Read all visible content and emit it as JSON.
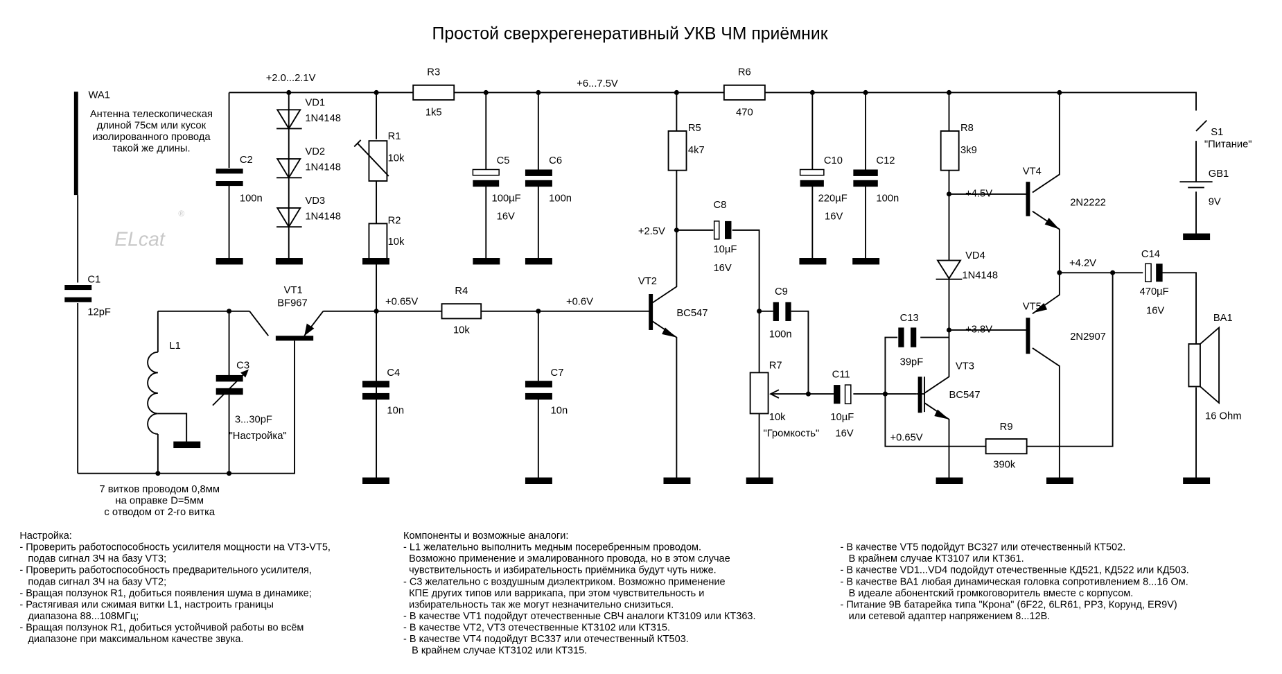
{
  "title": "Простой сверхрегенеративный УКВ ЧМ приёмник",
  "watermark": {
    "text": "ELcat",
    "mark": "®"
  },
  "voltages": {
    "v_vd": "+2.0...2.1V",
    "v_rail": "+6...7.5V",
    "v_vt2c": "+2.5V",
    "v_b1": "+0.65V",
    "v_b2": "+0.6V",
    "v_vt4b": "+4.5V",
    "v_vt5b": "+3.8V",
    "v_out": "+4.2V",
    "v_vt3b": "+0.65V"
  },
  "components": {
    "WA1": {
      "ref": "WA1",
      "note": [
        "Антенна телескопическая",
        "длиной 75см или кусок",
        "изолированного провода",
        "такой же длины."
      ]
    },
    "C1": {
      "ref": "C1",
      "value": "12pF"
    },
    "C2": {
      "ref": "C2",
      "value": "100n"
    },
    "VD1": {
      "ref": "VD1",
      "value": "1N4148"
    },
    "VD2": {
      "ref": "VD2",
      "value": "1N4148"
    },
    "VD3": {
      "ref": "VD3",
      "value": "1N4148"
    },
    "R1": {
      "ref": "R1",
      "value": "10k"
    },
    "R2": {
      "ref": "R2",
      "value": "10k"
    },
    "R3": {
      "ref": "R3",
      "value": "1k5"
    },
    "C5": {
      "ref": "C5",
      "value": "100µF",
      "voltage": "16V"
    },
    "C6": {
      "ref": "C6",
      "value": "100n"
    },
    "R5": {
      "ref": "R5",
      "value": "4k7"
    },
    "R6": {
      "ref": "R6",
      "value": "470"
    },
    "C10": {
      "ref": "C10",
      "value": "220µF",
      "voltage": "16V"
    },
    "C12": {
      "ref": "C12",
      "value": "100n"
    },
    "R8": {
      "ref": "R8",
      "value": "3k9"
    },
    "VT4": {
      "ref": "VT4",
      "value": "2N2222"
    },
    "S1": {
      "ref": "S1",
      "value": "\"Питание\""
    },
    "GB1": {
      "ref": "GB1",
      "value": "9V"
    },
    "C8": {
      "ref": "C8",
      "value": "10µF",
      "voltage": "16V"
    },
    "VD4": {
      "ref": "VD4",
      "value": "1N4148"
    },
    "C14": {
      "ref": "C14",
      "value": "470µF",
      "voltage": "16V"
    },
    "VT1": {
      "ref": "VT1",
      "value": "BF967"
    },
    "L1": {
      "ref": "L1",
      "note": [
        "7 витков проводом 0,8мм",
        "на оправке D=5мм",
        "с отводом от 2-го витка"
      ]
    },
    "C3": {
      "ref": "C3",
      "value": "3...30pF",
      "name": "\"Настройка\""
    },
    "R4": {
      "ref": "R4",
      "value": "10k"
    },
    "VT2": {
      "ref": "VT2",
      "value": "BC547"
    },
    "C9": {
      "ref": "C9",
      "value": "100n"
    },
    "C13": {
      "ref": "C13",
      "value": "39pF"
    },
    "VT5": {
      "ref": "VT5",
      "value": "2N2907"
    },
    "BA1": {
      "ref": "BA1",
      "value": "16 Ohm"
    },
    "C4": {
      "ref": "C4",
      "value": "10n"
    },
    "C7": {
      "ref": "C7",
      "value": "10n"
    },
    "R7": {
      "ref": "R7",
      "value": "10k",
      "name": "\"Громкость\""
    },
    "C11": {
      "ref": "C11",
      "value": "10µF",
      "voltage": "16V"
    },
    "VT3": {
      "ref": "VT3",
      "value": "BC547"
    },
    "R9": {
      "ref": "R9",
      "value": "390k"
    }
  },
  "notes": {
    "setup": {
      "heading": "Настройка:",
      "lines": [
        "- Проверить работоспособность усилителя мощности на VT3-VT5,",
        "   подав сигнал ЗЧ на базу VT3;",
        "- Проверить работоспособность предварительного усилителя,",
        "   подав сигнал ЗЧ на базу VT2;",
        "- Вращая ползунок R1, добиться появления шума в динамике;",
        "- Растягивая или сжимая витки L1, настроить границы",
        "   диапазона 88...108МГц;",
        "- Вращая ползунок R1, добиться устойчивой работы во всём",
        "   диапазоне при максимальном качестве звука."
      ]
    },
    "analogs": {
      "heading": "Компоненты и возможные аналоги:",
      "lines": [
        "- L1 желательно выполнить медным посеребренным проводом.",
        "  Возможно применение и эмалированного провода, но в этом случае",
        "  чувствительность и избирательность приёмника будут чуть ниже.",
        "- С3 желательно с воздушным диэлектриком. Возможно применение",
        "  КПЕ других типов или варрикапа, при этом чувствительность и",
        "  избирательность так же могут незначительно снизиться.",
        "- В качестве VT1 подойдут отечественные СВЧ аналоги КТ3109 или КТ363.",
        "- В качестве VT2, VT3 отечественные КТ3102 или КТ315.",
        "- В качестве VT4 подойдут BC337 или отечественный КТ503.",
        "   В крайнем случае КТ3102 или КТ315."
      ]
    },
    "analogs2": {
      "lines": [
        "- В качестве VT5 подойдут BC327 или отечественный КТ502.",
        "   В крайнем случае КТ3107 или КТ361.",
        "- В качестве VD1...VD4 подойдут отечественные КД521, КД522 или КД503.",
        "- В качестве ВА1 любая динамическая головка сопротивлением 8...16 Ом.",
        "   В идеале абонентский громкоговоритель вместе с корпусом.",
        "- Питание 9В батарейка типа \"Крона\" (6F22, 6LR61, PP3, Корунд, ER9V)",
        "   или сетевой адаптер напряжением 8...12В."
      ]
    }
  }
}
